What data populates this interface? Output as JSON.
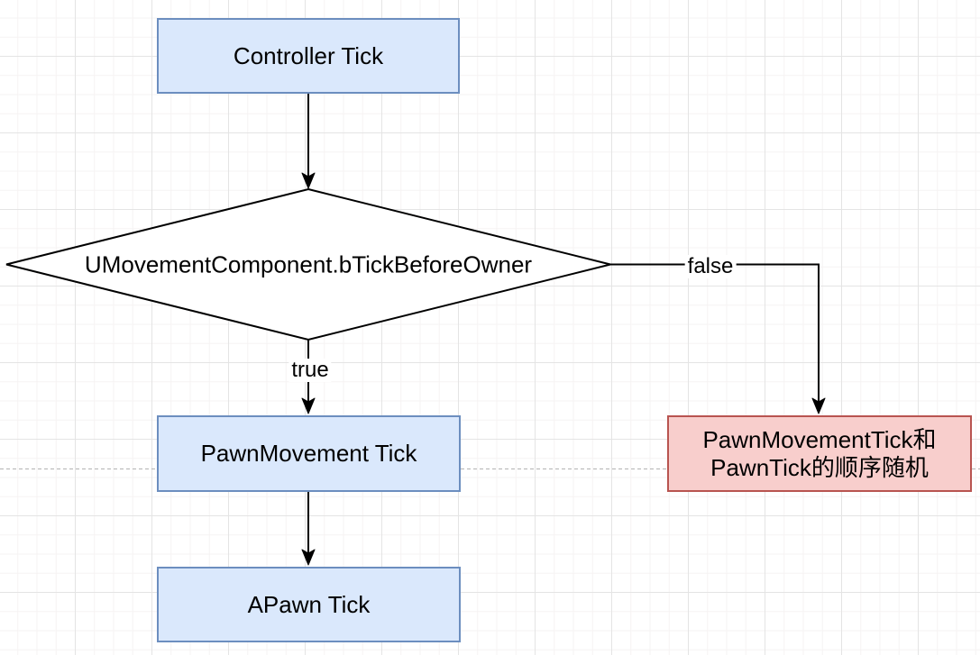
{
  "canvas": {
    "background_color": "#ffffff",
    "grid_major_color": "#e4e4e4",
    "grid_minor_color": "#f6f3f3",
    "page_divider_color": "#b3b3b3"
  },
  "colors": {
    "process_fill": "#dae8fc",
    "process_stroke": "#6c8ebf",
    "decision_fill": "#ffffff",
    "decision_stroke": "#000000",
    "alert_fill": "#f8cecc",
    "alert_stroke": "#b85450",
    "connector_stroke": "#000000",
    "text_color": "#000000"
  },
  "nodes": {
    "controller_tick": {
      "label": "Controller Tick"
    },
    "decision": {
      "label": "UMovementComponent.bTickBeforeOwner"
    },
    "pawn_movement_tick": {
      "label": "PawnMovement Tick"
    },
    "apawn_tick": {
      "label": "APawn Tick"
    },
    "random_order": {
      "label": "PawnMovementTick和PawnTick的顺序随机",
      "line1": "PawnMovementTick和",
      "line2": "PawnTick的顺序随机"
    }
  },
  "edges": {
    "true_label": "true",
    "false_label": "false"
  }
}
